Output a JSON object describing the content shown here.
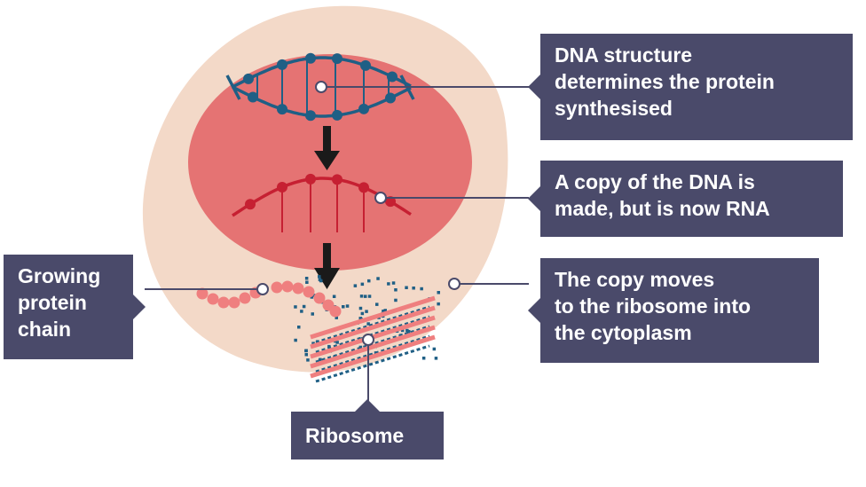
{
  "labels": {
    "dna_structure": "DNA structure\ndetermines the protein\nsynthesised",
    "rna_copy": "A copy of the DNA is\nmade, but is now RNA",
    "copy_moves": "The copy moves\nto the ribosome into\nthe cytoplasm",
    "protein_chain": "Growing\nprotein\nchain",
    "ribosome": "Ribosome"
  },
  "colors": {
    "cell": "#f3d9c8",
    "nucleus": "#e57373",
    "dna": "#1f5f85",
    "rna": "#c62032",
    "protein": "#ef7f7f",
    "label_bg": "#4a4a6a",
    "arrow": "#1a1a1a"
  }
}
